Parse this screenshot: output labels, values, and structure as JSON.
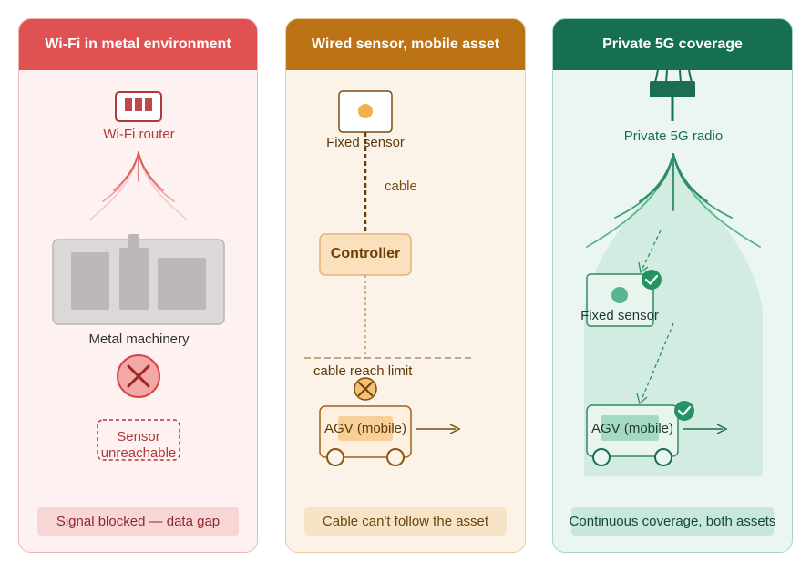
{
  "panels": {
    "wifi": {
      "title": "Wi-Fi in metal environment",
      "router_label": "Wi-Fi router",
      "machinery_label": "Metal machinery",
      "sensor_label_line1": "Sensor",
      "sensor_label_line2": "unreachable",
      "footer": "Signal blocked — data gap"
    },
    "wired": {
      "title": "Wired sensor, mobile asset",
      "sensor_label": "Fixed sensor",
      "cable_label": "cable",
      "controller_label": "Controller",
      "limit_label": "cable reach limit",
      "agv_label": "AGV (mobile)",
      "footer": "Cable can't follow the asset"
    },
    "private5g": {
      "title": "Private 5G coverage",
      "radio_label": "Private 5G radio",
      "sensor_label": "Fixed sensor",
      "agv_label": "AGV (mobile)",
      "footer": "Continuous coverage, both assets"
    }
  },
  "colors": {
    "wifi_accent": "#e05252",
    "wired_accent": "#bb7315",
    "private5g_accent": "#16704f"
  }
}
